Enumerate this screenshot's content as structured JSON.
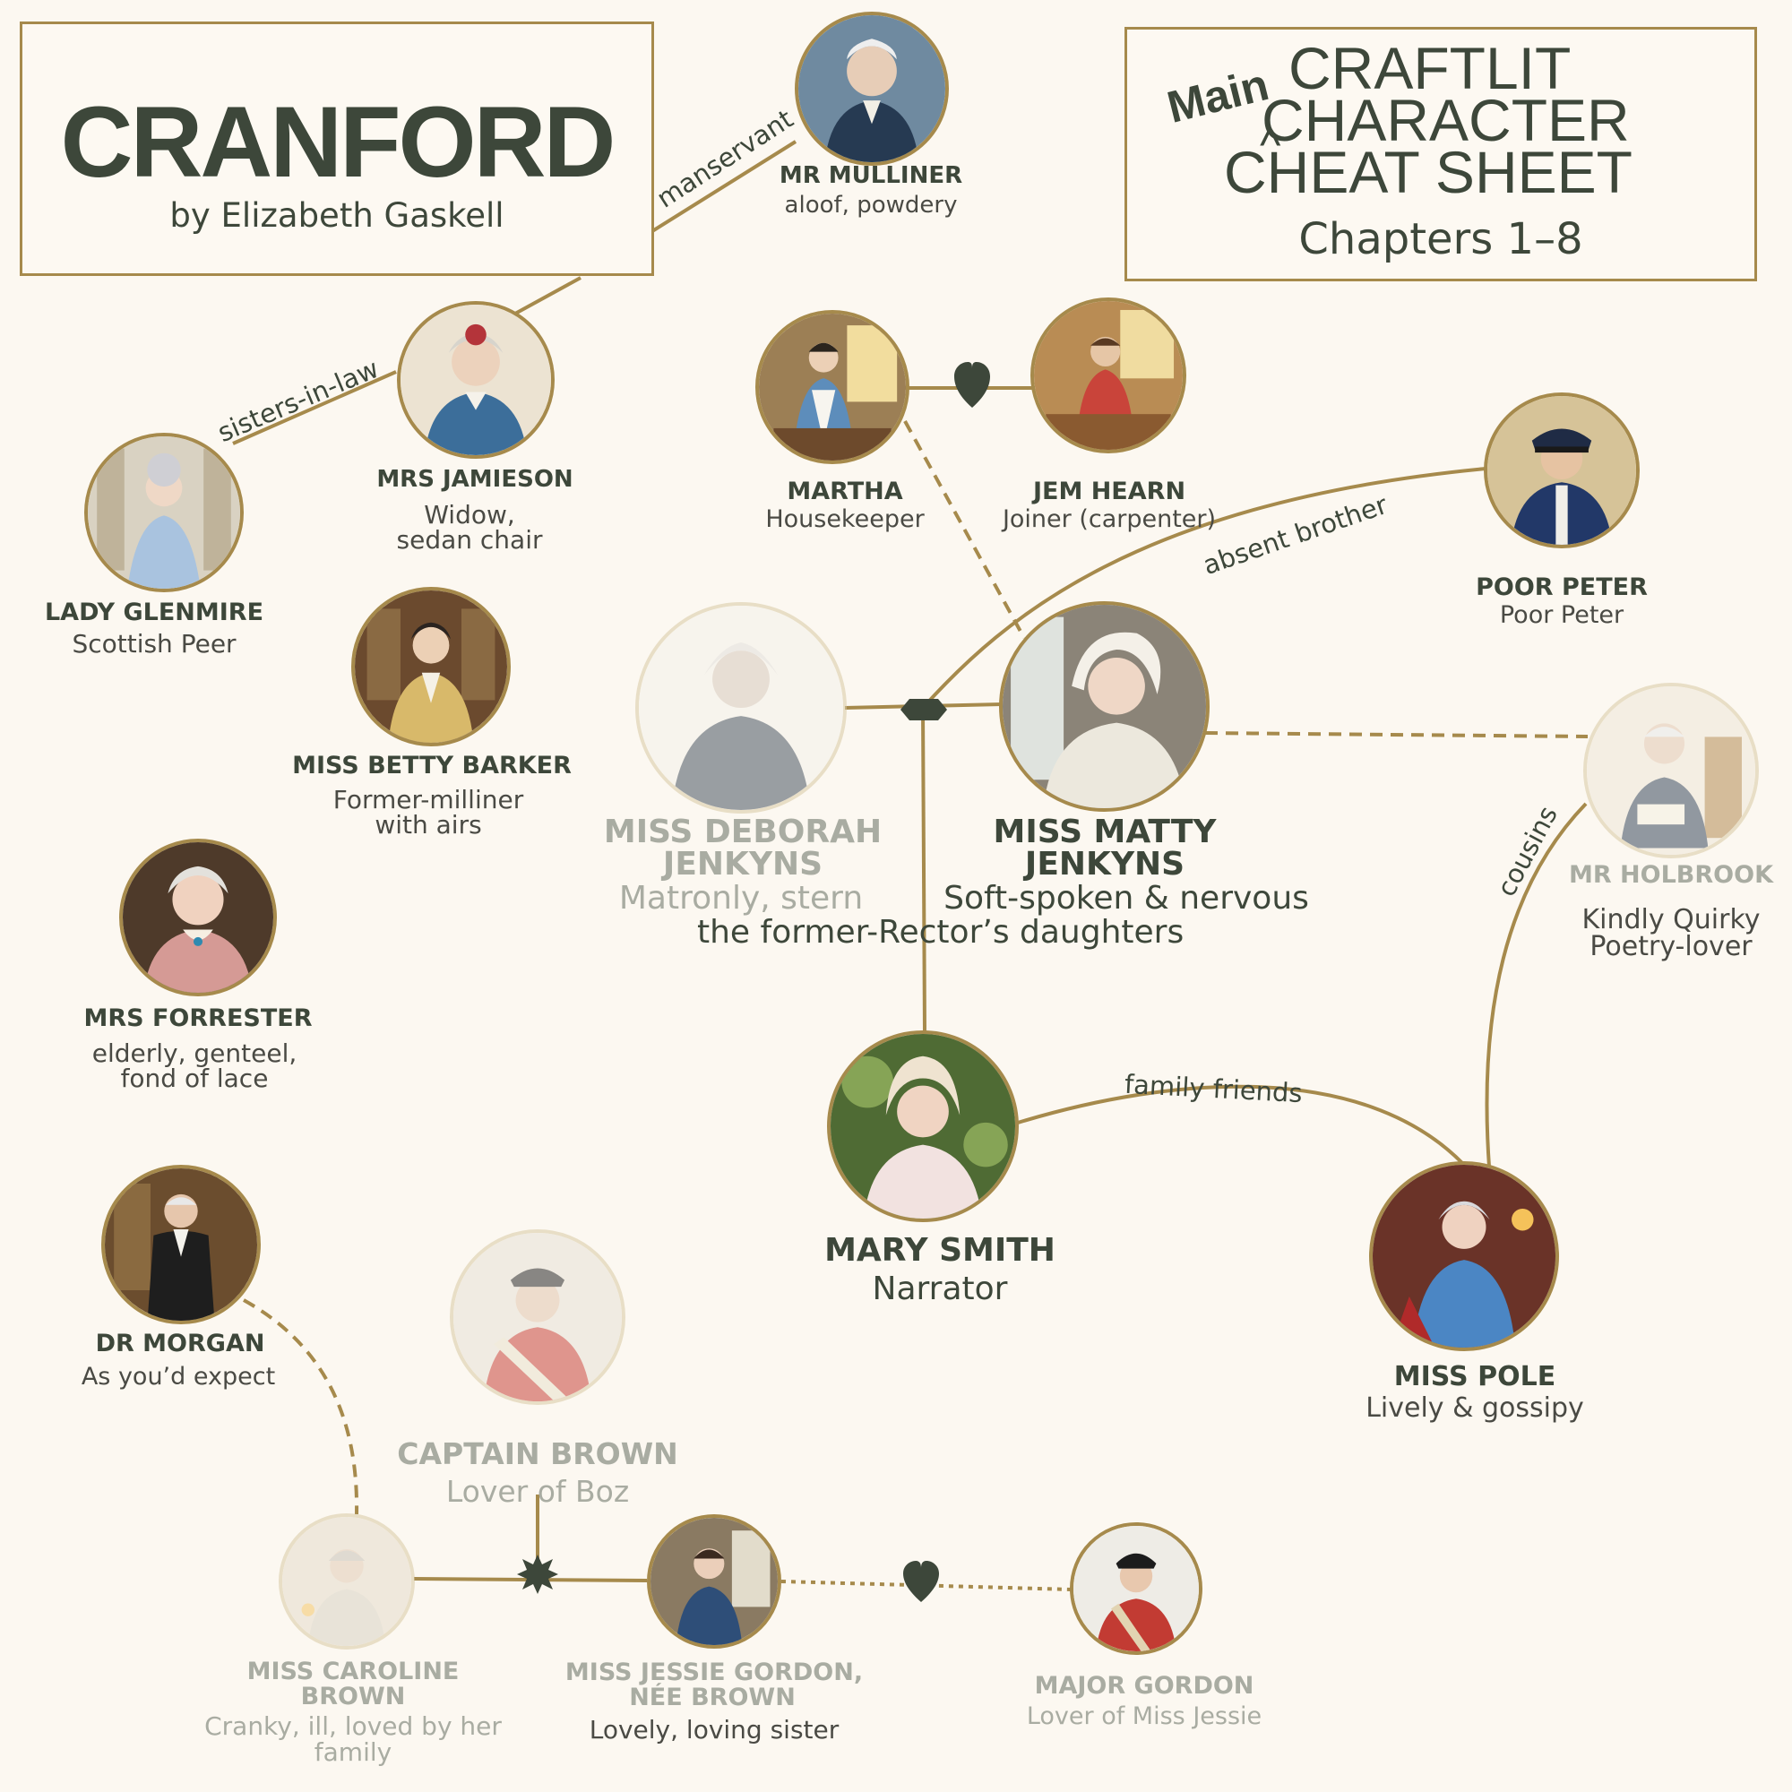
{
  "title": {
    "main": "CRANFORD",
    "author": "by Elizabeth Gaskell"
  },
  "cheatsheet": {
    "tag": "Main",
    "caret": "^",
    "line1": "CRAFTLIT",
    "line2": "CHARACTER",
    "line3": "CHEAT SHEET",
    "chapters": "Chapters 1–8"
  },
  "colors": {
    "background": "#fcf8f1",
    "accent": "#a68a4c",
    "text": "#3d473a",
    "faded": "#a9aca2"
  },
  "characters": {
    "mr_mulliner": {
      "name": "MR MULLINER",
      "desc": "aloof, powdery"
    },
    "mrs_jamieson": {
      "name": "MRS JAMIESON",
      "desc1": "Widow,",
      "desc2": "sedan chair"
    },
    "lady_glenmire": {
      "name": "LADY GLENMIRE",
      "desc": "Scottish Peer"
    },
    "miss_betty_barker": {
      "name": "MISS BETTY BARKER",
      "desc1": "Former-milliner",
      "desc2": "with airs"
    },
    "mrs_forrester": {
      "name": "MRS FORRESTER",
      "desc1": "elderly, genteel,",
      "desc2": "fond of lace"
    },
    "martha": {
      "name": "MARTHA",
      "desc": "Housekeeper"
    },
    "jem_hearn": {
      "name": "JEM HEARN",
      "desc": "Joiner (carpenter)"
    },
    "poor_peter": {
      "name": "POOR PETER",
      "desc": "Poor Peter"
    },
    "miss_deborah": {
      "name1": "MISS DEBORAH",
      "name2": "JENKYNS",
      "desc": "Matronly, stern"
    },
    "miss_matty": {
      "name1": "MISS MATTY",
      "name2": "JENKYNS",
      "desc": "Soft-spoken & nervous"
    },
    "mr_holbrook": {
      "name": "MR HOLBROOK",
      "desc1": "Kindly Quirky",
      "desc2": "Poetry-lover"
    },
    "mary_smith": {
      "name": "MARY SMITH",
      "desc": "Narrator"
    },
    "miss_pole": {
      "name": "MISS POLE",
      "desc": "Lively & gossipy"
    },
    "dr_morgan": {
      "name": "DR MORGAN",
      "desc": "As you’d expect"
    },
    "captain_brown": {
      "name": "CAPTAIN BROWN",
      "desc": "Lover of Boz"
    },
    "miss_caroline": {
      "name1": "MISS CAROLINE",
      "name2": "BROWN",
      "desc1": "Cranky, ill, loved by her",
      "desc2": "family"
    },
    "miss_jessie": {
      "name1": "MISS JESSIE GORDON,",
      "name2": "NÉE BROWN",
      "desc": "Lovely, loving sister"
    },
    "major_gordon": {
      "name": "MAJOR GORDON",
      "desc": "Lover of Miss Jessie"
    }
  },
  "relations": {
    "manservant": "manservant",
    "sisters_in_law": "sisters-in-law",
    "absent_brother": "absent brother",
    "cousins": "cousins",
    "family_friends": "family friends",
    "daughters": "the former-Rector’s daughters"
  }
}
